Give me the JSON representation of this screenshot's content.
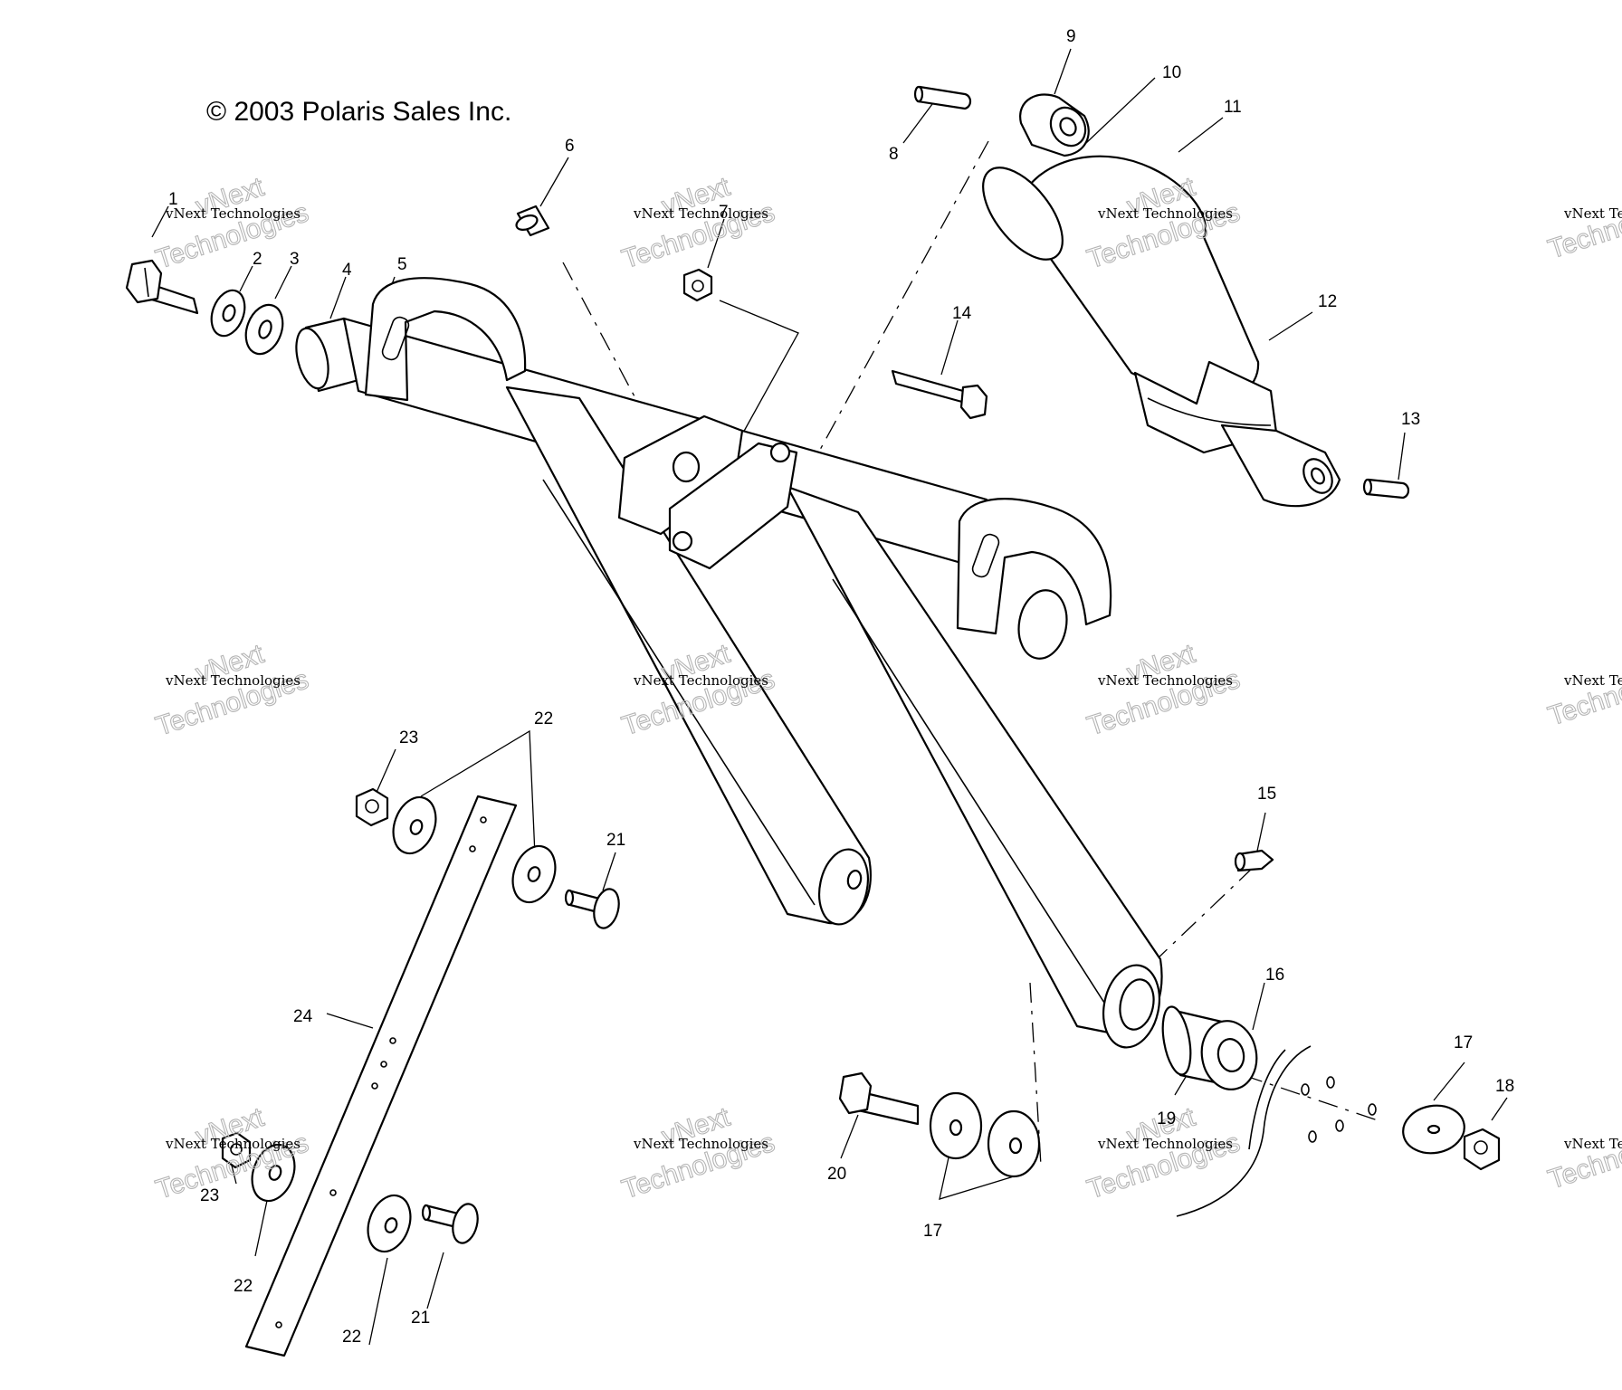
{
  "copyright": "© 2003 Polaris Sales Inc.",
  "watermark": {
    "company": "vNext Technologies",
    "big_word": "Technologies",
    "small_word": "vNext"
  },
  "callouts": {
    "c1": "1",
    "c2": "2",
    "c3": "3",
    "c4": "4",
    "c5": "5",
    "c6": "6",
    "c7": "7",
    "c8": "8",
    "c9": "9",
    "c10": "10",
    "c11": "11",
    "c12": "12",
    "c13": "13",
    "c14": "14",
    "c15": "15",
    "c16": "16",
    "c17a": "17",
    "c17b": "17",
    "c18": "18",
    "c19": "19",
    "c20": "20",
    "c21a": "21",
    "c21b": "21",
    "c22a": "22",
    "c22b": "22",
    "c22c": "22",
    "c23a": "23",
    "c23b": "23",
    "c24": "24"
  },
  "colors": {
    "line": "#000000",
    "background": "#ffffff",
    "watermark": "#b5b5b5"
  }
}
